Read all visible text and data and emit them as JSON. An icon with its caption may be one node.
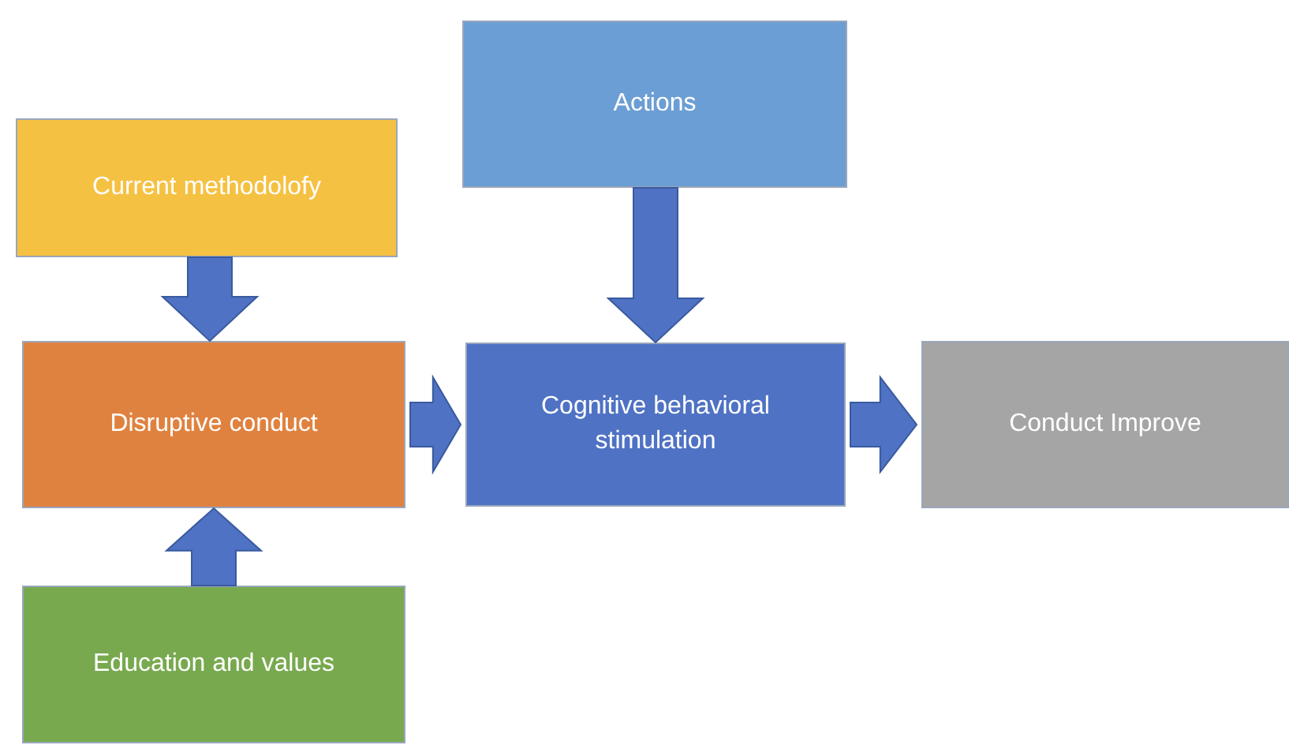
{
  "diagram": {
    "nodes": [
      {
        "text": [
          "Current methodolofy"
        ]
      },
      {
        "text": [
          "Actions"
        ]
      },
      {
        "text": [
          "Disruptive conduct"
        ]
      },
      {
        "text": [
          "Cognitive behavioral stimulation"
        ]
      },
      {
        "text": [
          "Conduct Improve"
        ]
      },
      {
        "text": [
          "Education and values"
        ]
      }
    ],
    "edges": [
      {
        "from": 0,
        "to": 2,
        "arrow": "to"
      },
      {
        "from": 1,
        "to": 3,
        "arrow": "to"
      },
      {
        "from": 5,
        "to": 2,
        "arrow": "to"
      },
      {
        "from": 2,
        "to": 3,
        "arrow": "to"
      },
      {
        "from": 3,
        "to": 4,
        "arrow": "to"
      }
    ]
  }
}
